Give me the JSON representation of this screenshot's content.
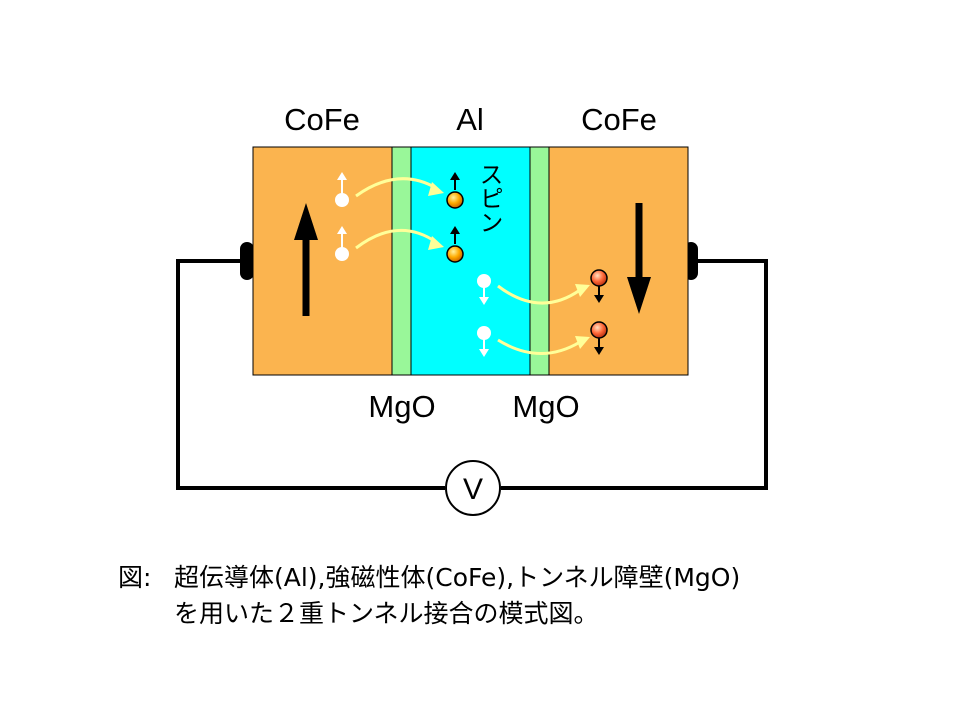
{
  "diagram": {
    "layers": {
      "left": "CoFe",
      "center": "Al",
      "right": "CoFe",
      "barrier_left": "MgO",
      "barrier_right": "MgO"
    },
    "spin_label": "スピン",
    "voltmeter_label": "V",
    "colors": {
      "ferromagnet": "#fbb44f",
      "superconductor": "#00ffff",
      "barrier": "#99f799",
      "spin_arrow_curve": "#ffff99",
      "electron_core": "#ffa500",
      "electron_core_right": "#ff6633"
    }
  },
  "caption": {
    "label": "図:",
    "line1": "超伝導体(Al),強磁性体(CoFe),トンネル障壁(MgO)",
    "line2": "を用いた２重トンネル接合の模式図。"
  }
}
